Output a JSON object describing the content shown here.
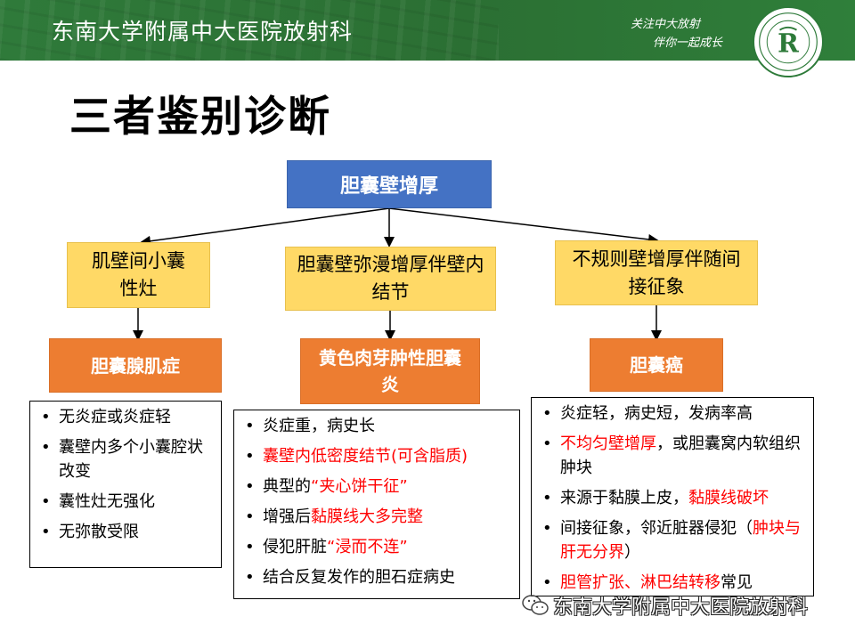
{
  "header": {
    "title": "东南大学附属中大医院放射科",
    "slogan_line1": "关注中大放射",
    "slogan_line2": "伴你一起成长"
  },
  "slide": {
    "title": "三者鉴别诊断"
  },
  "flowchart": {
    "root": "胆囊壁增厚",
    "branches": [
      {
        "finding": "肌壁间小囊性灶",
        "diagnosis": "胆囊腺肌症",
        "features": [
          {
            "text": "无炎症或炎症轻",
            "red": false
          },
          {
            "text": "囊壁内多个小囊腔状改变",
            "red": true
          },
          {
            "text": "囊性灶无强化",
            "red": false
          },
          {
            "text": "无弥散受限",
            "red": false
          }
        ]
      },
      {
        "finding": "胆囊壁弥漫增厚伴壁内结节",
        "diagnosis": "黄色肉芽肿性胆囊炎",
        "features": [
          {
            "parts": [
              {
                "t": "炎症重，病史长",
                "red": false
              }
            ]
          },
          {
            "parts": [
              {
                "t": "囊壁内低密度结节(可含脂质)",
                "red": true
              }
            ]
          },
          {
            "parts": [
              {
                "t": "典型的",
                "red": false
              },
              {
                "t": "“夹心饼干征”",
                "red": true
              }
            ]
          },
          {
            "parts": [
              {
                "t": "增强后",
                "red": false
              },
              {
                "t": "黏膜线大多完整",
                "red": true
              }
            ]
          },
          {
            "parts": [
              {
                "t": "侵犯肝脏",
                "red": false
              },
              {
                "t": "“浸而不连”",
                "red": true
              }
            ]
          },
          {
            "parts": [
              {
                "t": "结合反复发作的胆石症病史",
                "red": false
              }
            ]
          }
        ]
      },
      {
        "finding": "不规则壁增厚伴随间接征象",
        "diagnosis": "胆囊癌",
        "features": [
          {
            "parts": [
              {
                "t": "炎症轻，病史短，发病率高",
                "red": false
              }
            ]
          },
          {
            "parts": [
              {
                "t": "不均匀壁增厚",
                "red": true
              },
              {
                "t": "，或胆囊窝内软组织肿块",
                "red": false
              }
            ]
          },
          {
            "parts": [
              {
                "t": "来源于黏膜上皮，",
                "red": false
              },
              {
                "t": "黏膜线破坏",
                "red": true
              }
            ]
          },
          {
            "parts": [
              {
                "t": "间接征象，邻近脏器侵犯（",
                "red": false
              },
              {
                "t": "肿块与肝无分界",
                "red": true
              },
              {
                "t": "）",
                "red": false
              }
            ]
          },
          {
            "parts": [
              {
                "t": "胆管扩张、淋巴结转移",
                "red": true
              },
              {
                "t": "常见",
                "red": false
              }
            ]
          }
        ]
      }
    ]
  },
  "watermark": {
    "text": "东南大学附属中大医院放射科"
  },
  "colors": {
    "header_green": "#2b6f33",
    "root_blue": "#4472c4",
    "finding_yellow": "#ffd966",
    "diagnosis_orange": "#ed7d31",
    "highlight_red": "#ff0000"
  }
}
